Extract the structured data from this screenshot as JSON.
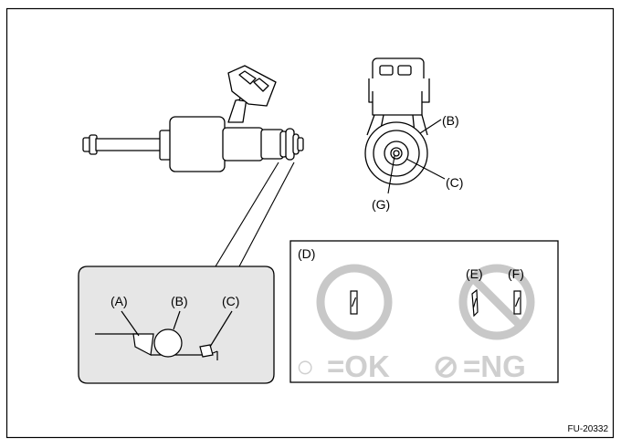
{
  "labels": {
    "A": "(A)",
    "B": "(B)",
    "C": "(C)",
    "D": "(D)",
    "E": "(E)",
    "F": "(F)",
    "G": "(G)"
  },
  "legend": {
    "ok_symbol": "○",
    "ok_text": "=OK",
    "ng_symbol": "⊘",
    "ng_text": "=NG"
  },
  "figure_code": "FU-20332",
  "colors": {
    "line": "#000000",
    "callout_fill": "#e6e6e6",
    "symbol_gray": "#c8c8c8",
    "legend_gray": "#cfcfcf"
  }
}
